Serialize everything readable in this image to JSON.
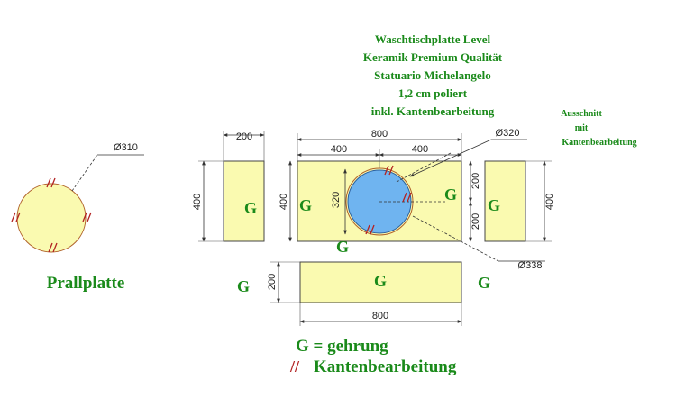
{
  "product": {
    "line1": "Waschtischplatte Level",
    "line2": "Keramik Premium Qualität",
    "line3": "Statuario Michelangelo",
    "line4": "1,2 cm poliert",
    "line5": "inkl. Kantenbearbeitung"
  },
  "cutout_note": {
    "line1": "Ausschnitt",
    "line2": "mit",
    "line3": "Kantenbearbeitung"
  },
  "prallplatte": {
    "label": "Prallplatte",
    "diameter": "Ø310"
  },
  "dimensions": {
    "side_left_width": "200",
    "side_left_height": "400",
    "main_width": "800",
    "main_half_left": "400",
    "main_half_right": "400",
    "main_height": "400",
    "hole_offset": "320",
    "hole_diameter": "Ø320",
    "outer_diameter": "Ø338",
    "right_small_upper": "200",
    "right_small_lower": "200",
    "side_right_height": "400",
    "front_height": "200",
    "front_width": "800"
  },
  "marks": {
    "gehrung": "G",
    "edge_mark": "//"
  },
  "legend": {
    "g_text": "G = gehrung",
    "edge_symbol": "//",
    "edge_text": "Kantenbearbeitung"
  },
  "colors": {
    "slab": "#fafab0",
    "hole": "#6fb4f0",
    "green": "#1a8a1a",
    "edge_red": "#b22222"
  }
}
